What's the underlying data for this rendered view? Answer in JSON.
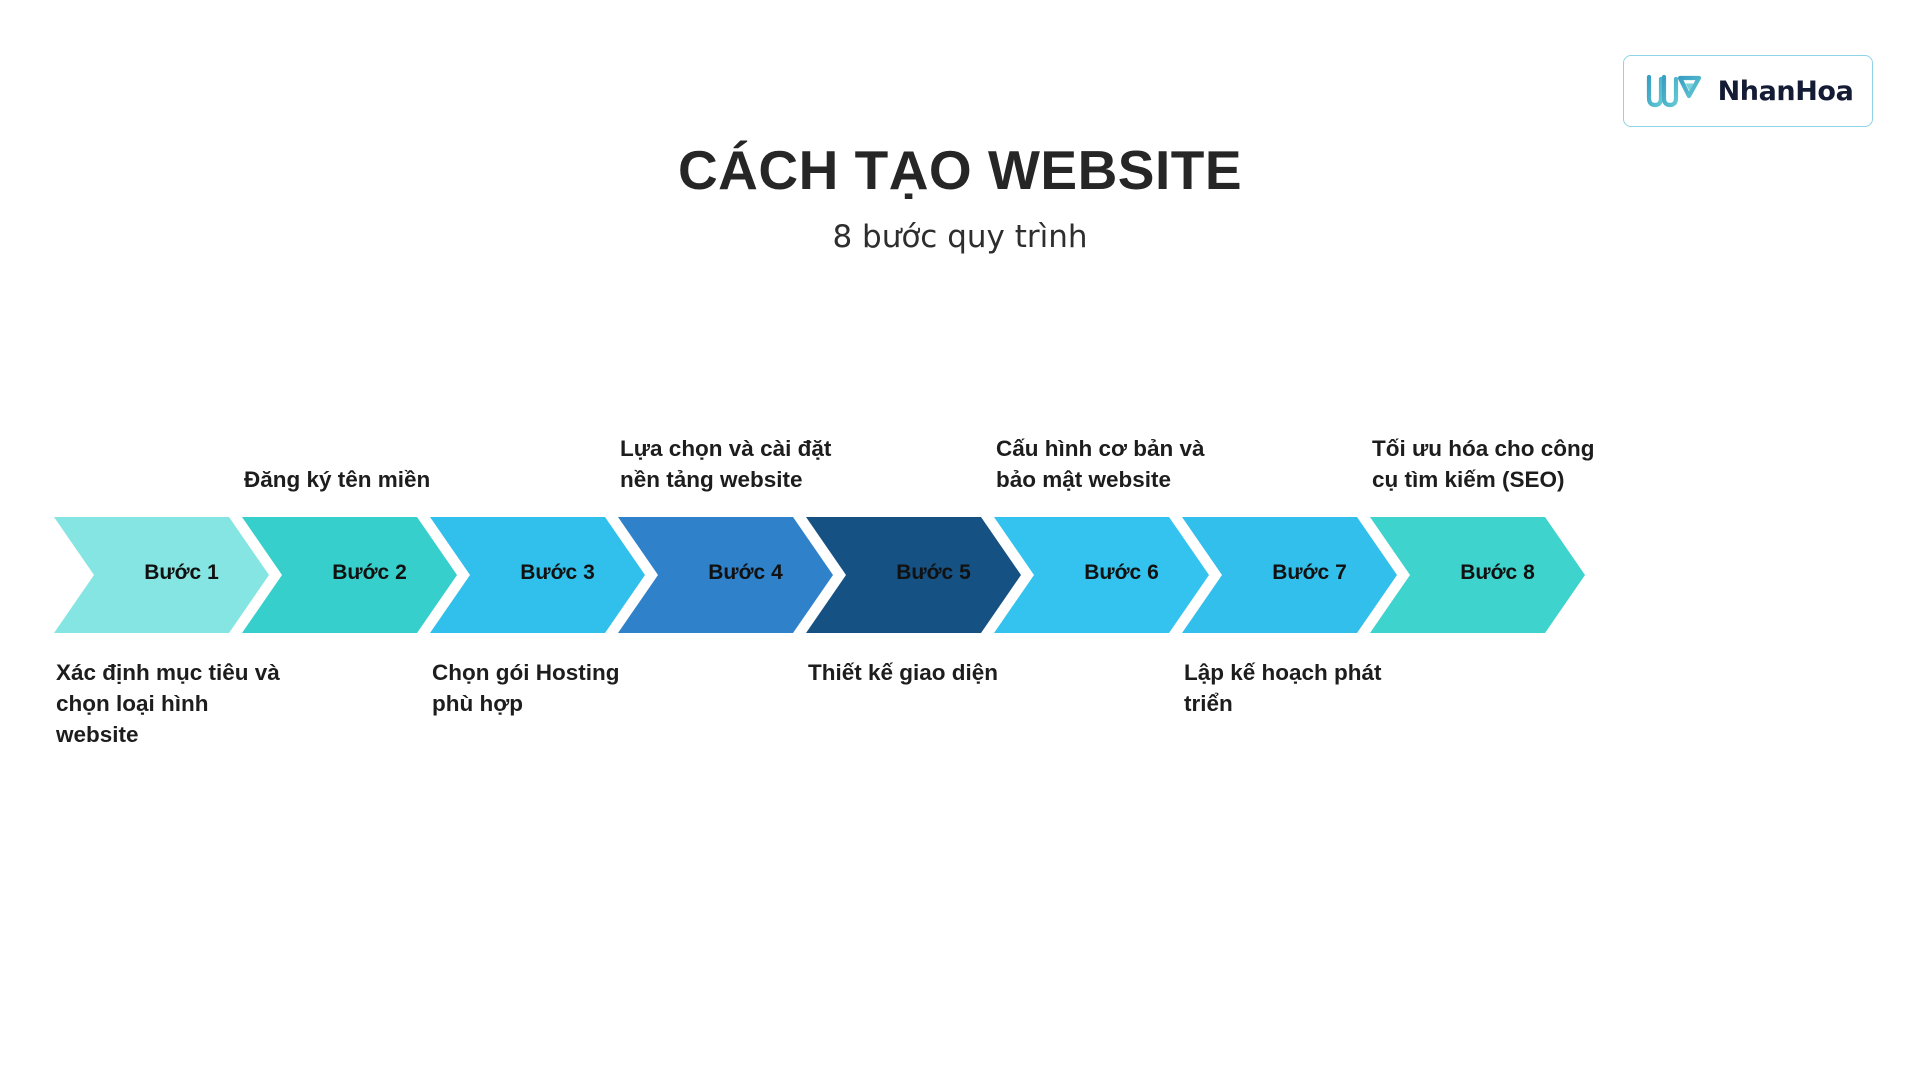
{
  "brand": {
    "badge_name": "nhanhoa-logo-badge",
    "wordmark": "NhanHoa",
    "mark_icon": "nhanhoa-w-logo-icon",
    "border_color": "#8fd3e8",
    "mark_color_start": "#3fa9c9",
    "mark_color_end": "#5bc4cf",
    "wordmark_color": "#141b35"
  },
  "header": {
    "title": "CÁCH TẠO WEBSITE",
    "subtitle": "8 bước quy trình",
    "title_color": "#262626"
  },
  "process": {
    "total_steps": 8,
    "steps": [
      {
        "index": 1,
        "chevron_label": "Bước 1",
        "caption": "Xác định mục tiêu và chọn loại hình website",
        "caption_position": "below",
        "color": "#85e5e2"
      },
      {
        "index": 2,
        "chevron_label": "Bước 2",
        "caption": "Đăng ký tên miền",
        "caption_position": "above",
        "color": "#36cfcb"
      },
      {
        "index": 3,
        "chevron_label": "Bước 3",
        "caption": "Chọn gói Hosting phù hợp",
        "caption_position": "below",
        "color": "#31c0ec"
      },
      {
        "index": 4,
        "chevron_label": "Bước 4",
        "caption": "Lựa chọn và cài đặt nền tảng website",
        "caption_position": "above",
        "color": "#2f81ca"
      },
      {
        "index": 5,
        "chevron_label": "Bước 5",
        "caption": "Thiết kế giao diện",
        "caption_position": "below",
        "color": "#165184"
      },
      {
        "index": 6,
        "chevron_label": "Bước 6",
        "caption": "Cấu hình cơ bản và bảo mật website",
        "caption_position": "above",
        "color": "#33c3ee"
      },
      {
        "index": 7,
        "chevron_label": "Bước 7",
        "caption": "Lập kế hoạch phát triển",
        "caption_position": "below",
        "color": "#32bfec"
      },
      {
        "index": 8,
        "chevron_label": "Bước 8",
        "caption": "Tối ưu hóa cho công cụ tìm kiếm (SEO)",
        "caption_position": "above",
        "color": "#3ed3cd"
      }
    ]
  }
}
